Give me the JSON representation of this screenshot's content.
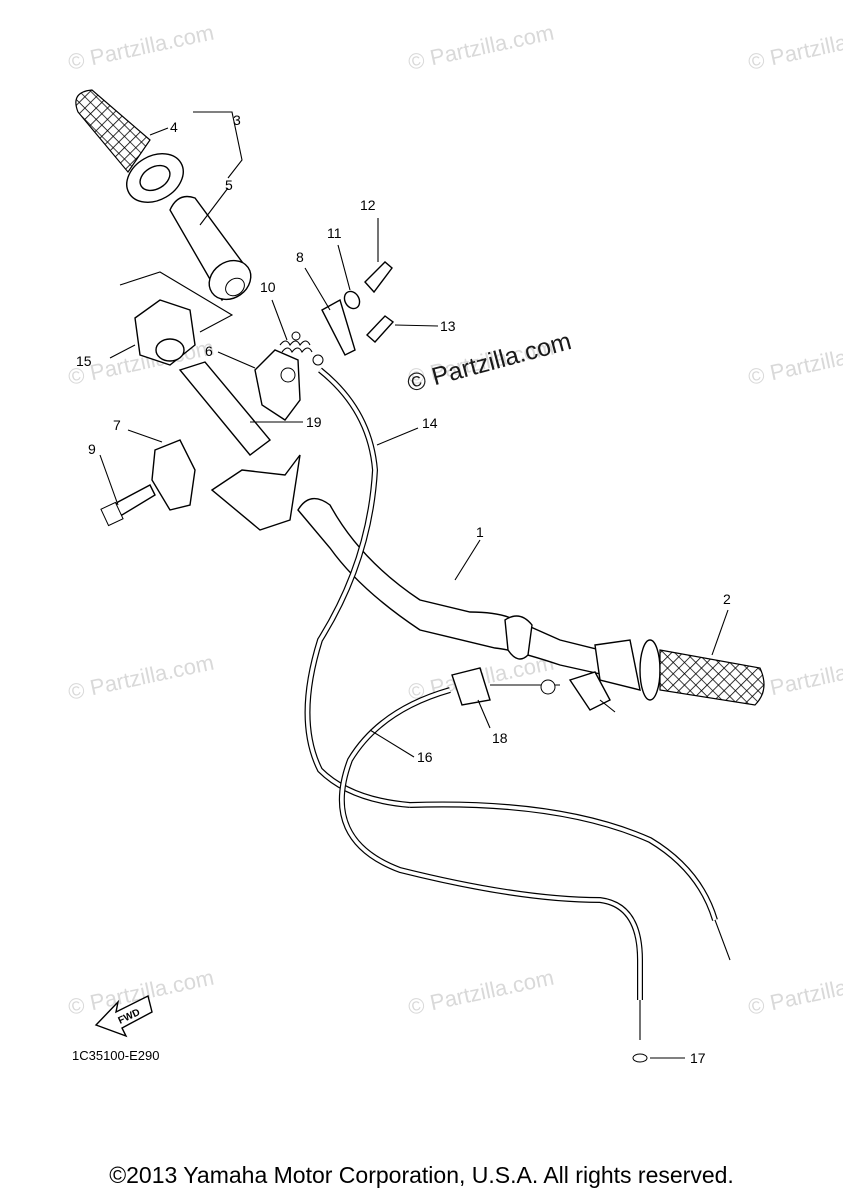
{
  "watermarks": [
    "© Partzilla.com",
    "© Partzilla.com",
    "© Partzilla.com",
    "© Partzilla.com",
    "© Partzilla.com",
    "© Partzilla.com",
    "© Partzilla.com",
    "© Partzilla.com",
    "© Partzilla.com",
    "© Partzilla.com",
    "© Partzilla.com",
    "© Partzilla.com"
  ],
  "center_watermark": "© Partzilla.com",
  "callouts": [
    "1",
    "2",
    "3",
    "4",
    "5",
    "6",
    "7",
    "8",
    "9",
    "10",
    "11",
    "12",
    "13",
    "14",
    "15",
    "16",
    "17",
    "18",
    "19"
  ],
  "fwd_label": "FWD",
  "diagram_code": "1C35100-E290",
  "copyright": "©2013 Yamaha Motor Corporation, U.S.A. All rights reserved."
}
